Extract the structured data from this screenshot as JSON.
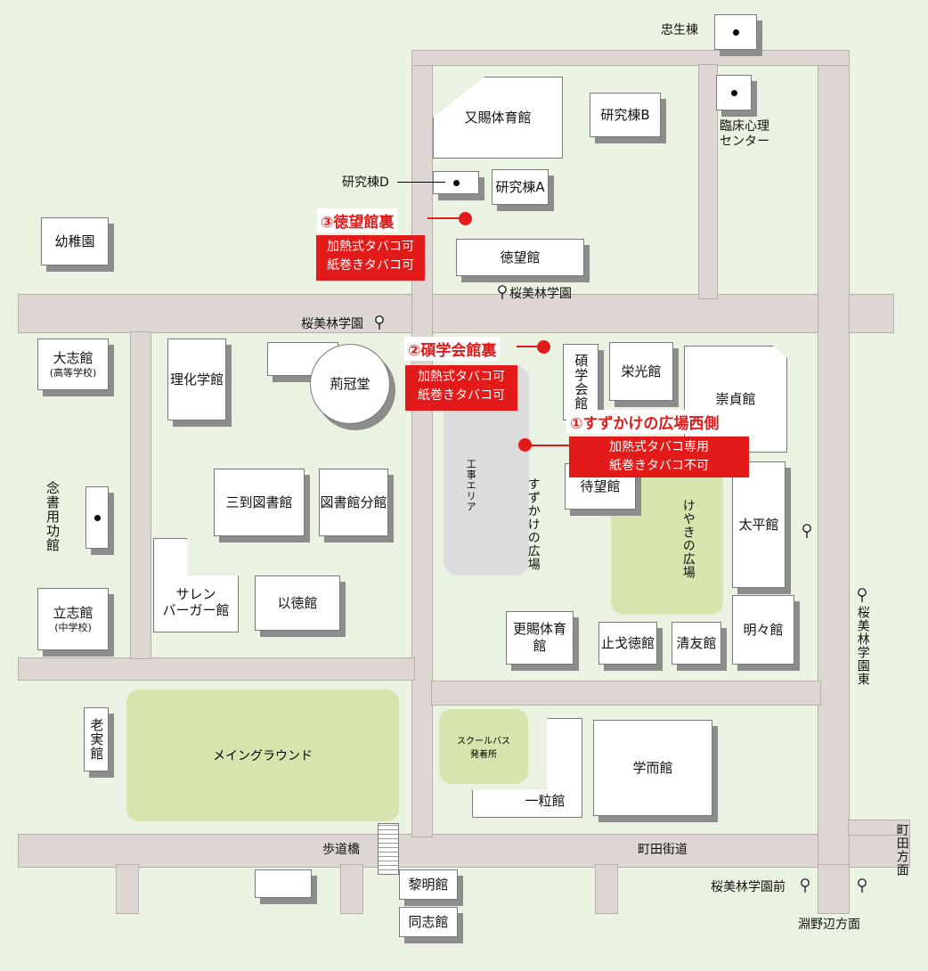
{
  "buildings": {
    "chuseito": "忠生棟",
    "mataka_gym": "又賜体育館",
    "kenkyu_b": "研究棟B",
    "rinsho": "臨床心理\nセンター",
    "kenkyu_d": "研究棟D",
    "kenkyu_a": "研究棟A",
    "tokubo": "徳望館",
    "yochien": "幼稚園",
    "taishi": "大志館",
    "taishi_sub": "(高等学校)",
    "rikagaku": "理化学館",
    "keikando": "荊冠堂",
    "sekigakkai": "碩学会館",
    "eiko": "栄光館",
    "sutei": "崇貞館",
    "taibo": "待望館",
    "santo": "三到図書館",
    "toshobunkan": "図書館分館",
    "nensho": "念書用功館",
    "tapei": "太平館",
    "salenberger": "サレン\nバーガー館",
    "itoku": "以徳館",
    "risshi": "立志館",
    "risshi_sub": "(中学校)",
    "koshi_gym": "更賜体育館",
    "shikatoku": "止戈徳館",
    "seiyu": "清友館",
    "meimei": "明々館",
    "rojitsu": "老実館",
    "ichiryu": "一粒館",
    "gakuji": "学而館",
    "reimei": "黎明館",
    "doshisha": "同志館"
  },
  "areas": {
    "koji": "工事エリア",
    "suzukake": "すずかけの広場",
    "keyaki": "けやきの広場",
    "main_ground": "メイングラウンド",
    "school_bus": "スクールバス\n発着所"
  },
  "labels": {
    "hodokyo": "歩道橋",
    "machida_kaido": "町田街道",
    "machida_homen": "町田方面",
    "fuchinobe_homen": "淵野辺方面"
  },
  "bus_stops": {
    "obirin_1": "桜美林学園",
    "obirin_2": "桜美林学園",
    "obirin_east": "桜美林学園東",
    "obirin_mae": "桜美林学園前"
  },
  "smoking_areas": [
    {
      "title": "③徳望館裏",
      "line1": "加熱式タバコ可",
      "line2": "紙巻きタバコ可",
      "color": "#e31a1a"
    },
    {
      "title": "②碩学会館裏",
      "line1": "加熱式タバコ可",
      "line2": "紙巻きタバコ可",
      "color": "#e31a1a"
    },
    {
      "title": "①すずかけの広場西側",
      "line1": "加熱式タバコ専用",
      "line2": "紙巻きタバコ不可",
      "color": "#e31a1a"
    }
  ],
  "colors": {
    "background": "#eaf3e2",
    "road": "#ddd6d3",
    "lawn": "#d6e4ad",
    "accent_red": "#e31a1a"
  }
}
